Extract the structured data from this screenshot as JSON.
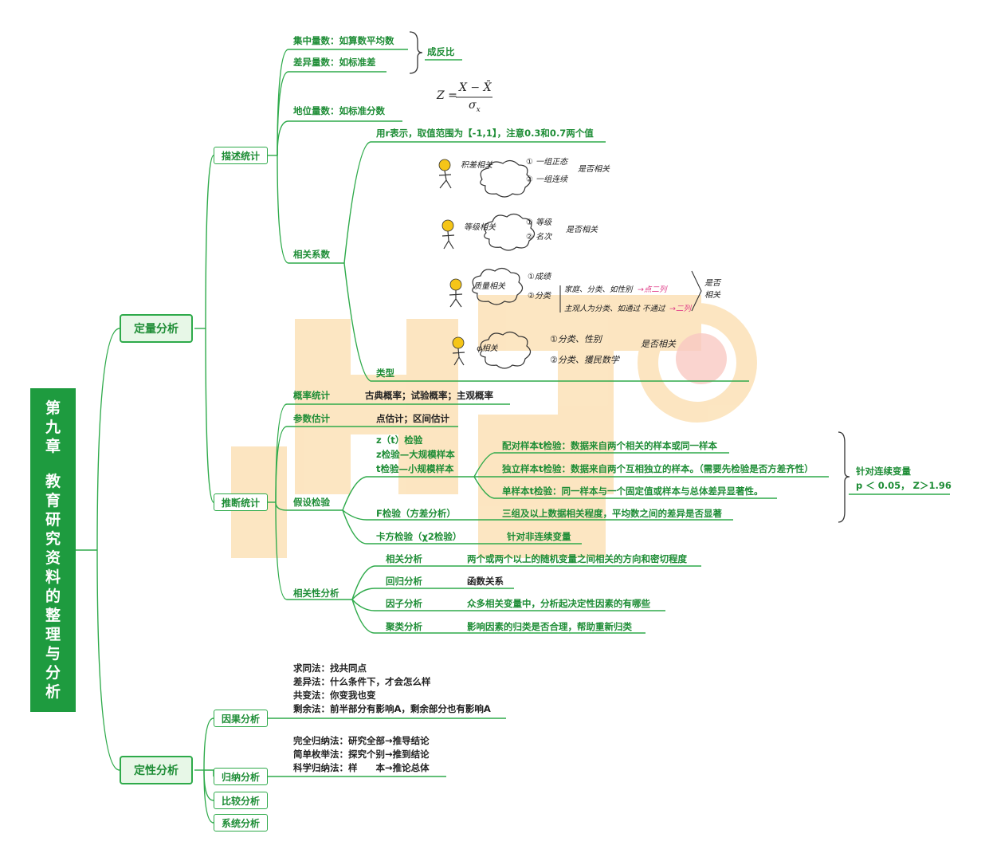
{
  "root": {
    "title_chars": [
      "第",
      "九",
      "章",
      "",
      "教",
      "育",
      "研",
      "究",
      "资",
      "料",
      "的",
      "整",
      "理",
      "与",
      "分",
      "析"
    ]
  },
  "quant": {
    "label": "定量分析",
    "describe": {
      "label": "描述统计",
      "central": "集中量数：如算数平均数",
      "dispersion": "差异量数：如标准差",
      "inverse": "成反比",
      "position": "地位量数：如标准分数",
      "formula": {
        "lhs": "Z =",
        "num": "X − X̄",
        "den": "σ",
        "den_sub": "x"
      },
      "correlation": {
        "label": "相关系数",
        "range_note": "用r表示，取值范围为【-1,1】，注意0.3和0.7两个值",
        "type_label": "类型",
        "sketch1": {
          "title": "积差相关",
          "a": "① 一组正态",
          "b": "② 一组连续",
          "c": "是否相关"
        },
        "sketch2": {
          "title": "等级相关",
          "a": "① 等级",
          "b": "② 名次",
          "c": "是否相关"
        },
        "sketch3": {
          "title": "质量相关",
          "a": "①成绩",
          "b": "②分类",
          "c1": "家庭、分类、如性别",
          "c2": "→点二列",
          "d1": "主观人为分类、如通过  不通过",
          "d2": "→二列",
          "e": "是否相关"
        },
        "sketch4": {
          "title": "φ相关",
          "a": "①分类、性别",
          "b": "②分类、獲民数学",
          "c": "是否相关"
        }
      }
    },
    "infer": {
      "label": "推断统计",
      "prob": {
        "label": "概率统计",
        "value": "古典概率；试验概率；主观概率"
      },
      "param": {
        "label": "参数估计",
        "value": "点估计；区间估计"
      },
      "hypo": {
        "label": "假设检验",
        "z": "z（t）检验",
        "z_big": "z检验—大规模样本",
        "t_small": "t检验—小规模样本",
        "paired": "配对样本t检验：数据来自两个相关的样本或同一样本",
        "indep": "独立样本t检验：数据来自两个互相独立的样本。（需要先检验是否方差齐性）",
        "single": "单样本t检验：同一样本与一个固定值或样本与总体差异显著性。",
        "brace_note": "针对连续变量",
        "brace_p": "p ＜ 0.05， Z＞1.96",
        "f": "F检验（方差分析）",
        "f_desc": "三组及以上数据相关程度，平均数之间的差异是否显著",
        "chi": "卡方检验（χ2检验）",
        "chi_desc": "针对非连续变量"
      },
      "corr": {
        "label": "相关性分析",
        "items": [
          {
            "name": "相关分析",
            "desc": "两个或两个以上的随机变量之间相关的方向和密切程度"
          },
          {
            "name": "回归分析",
            "desc": "函数关系"
          },
          {
            "name": "因子分析",
            "desc": "众多相关变量中，分析起决定性因素的有哪些"
          },
          {
            "name": "聚类分析",
            "desc": "影响因素的归类是否合理，帮助重新归类"
          }
        ]
      }
    }
  },
  "qual": {
    "label": "定性分析",
    "cause": {
      "label": "因果分析",
      "lines": [
        "求同法：找共同点",
        "差异法：什么条件下，才会怎么样",
        "共变法：你变我也变",
        "剩余法：前半部分有影响A，剩余部分也有影响A"
      ]
    },
    "induct": {
      "label": "归纳分析",
      "lines": [
        "完全归纳法：研究全部→推导结论",
        "简单枚举法：探究个别→推到结论",
        "科学归纳法：样　　本→推论总体"
      ]
    },
    "compare": {
      "label": "比较分析"
    },
    "system": {
      "label": "系统分析"
    }
  },
  "colors": {
    "green": "#2eaa4a",
    "dark_green": "#1e8d36",
    "root_bg": "#1e9b3f",
    "pink": "#e0408a",
    "watermark": "#f5c56a"
  }
}
